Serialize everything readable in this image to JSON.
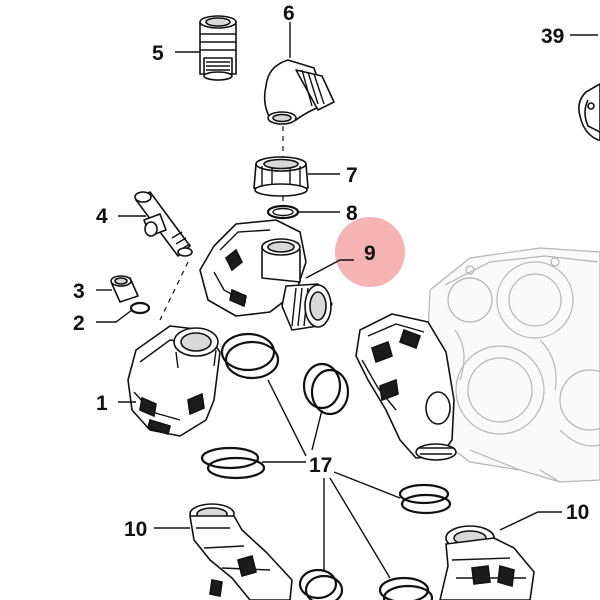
{
  "callouts": {
    "c1": "1",
    "c2": "2",
    "c3": "3",
    "c4": "4",
    "c5": "5",
    "c6": "6",
    "c7": "7",
    "c8": "8",
    "c9": "9",
    "c10a": "10",
    "c10b": "10",
    "c17": "17",
    "c39": "39"
  },
  "highlight": {
    "label": "9",
    "color": "#f08080"
  }
}
